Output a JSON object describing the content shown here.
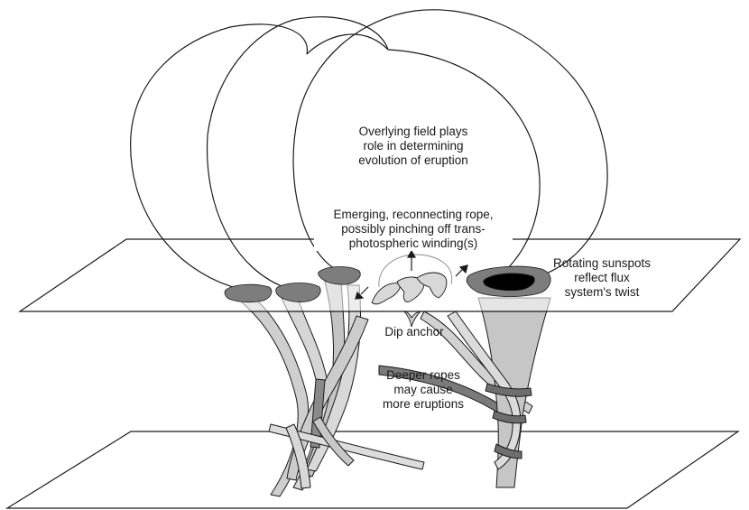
{
  "labels": {
    "overlying_field": "Overlying field plays\nrole in determining\nevolution of eruption",
    "emerging_rope": "Emerging, reconnecting rope,\npossibly pinching off trans-\nphotospheric winding(s)",
    "rotating_sunspots": "Rotating sunspots\nreflect flux\nsystem's twist",
    "dip_anchor": "Dip anchor",
    "deeper_ropes": "Deeper ropes\nmay cause\nmore eruptions"
  },
  "colors": {
    "line": "#1a1a1a",
    "rope_fill": "#c9c9c9",
    "rope_light": "#dcdcdc",
    "rope_dark": "#6e6e6e",
    "spot_gray": "#7d7d7d",
    "umbra": "#000000",
    "plane": "#ffffff"
  }
}
